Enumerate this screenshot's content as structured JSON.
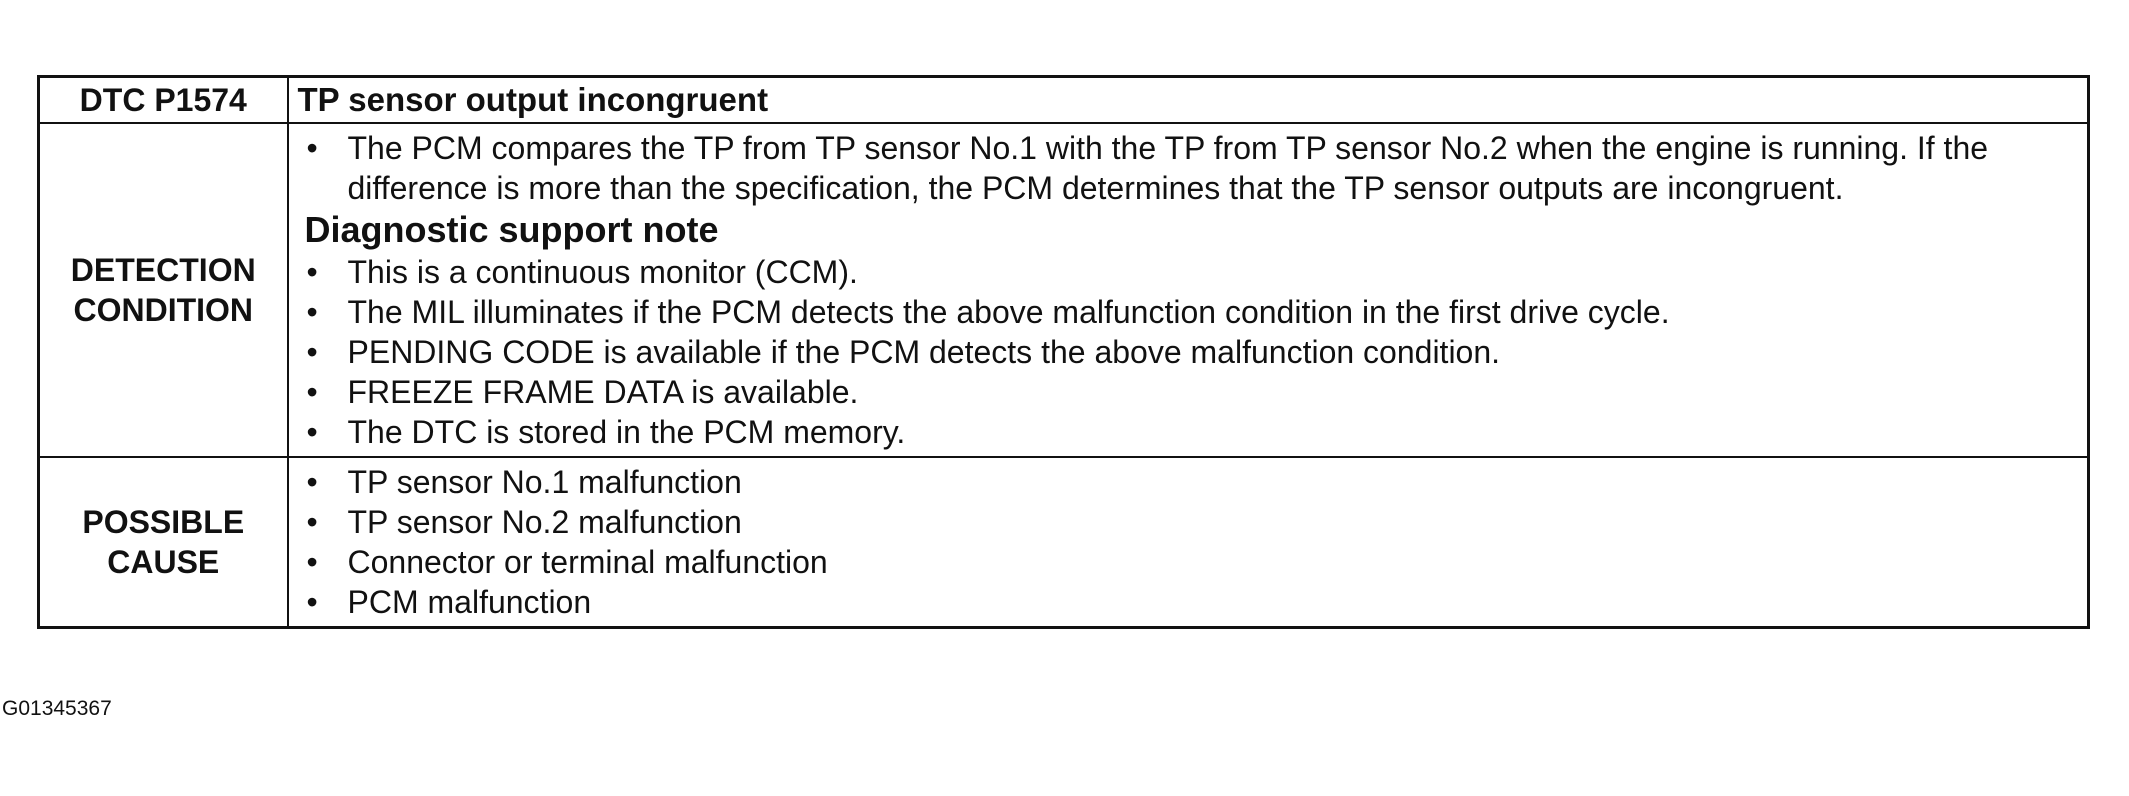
{
  "header": {
    "code": "DTC P1574",
    "title": "TP sensor output incongruent"
  },
  "detection": {
    "label_line1": "DETECTION",
    "label_line2": "CONDITION",
    "bullets": [
      "The PCM compares the TP from TP sensor No.1 with the TP from TP sensor No.2 when the engine is running. If the difference is more than the specification, the PCM determines that the TP sensor outputs are incongruent."
    ],
    "note_heading": "Diagnostic support note",
    "note_bullets": [
      "This is a continuous monitor (CCM).",
      "The MIL illuminates if the PCM detects the above malfunction condition in the first drive cycle.",
      "PENDING CODE is available if the PCM detects the above malfunction condition.",
      "FREEZE FRAME DATA is available.",
      "The DTC is stored in the PCM memory."
    ]
  },
  "possible_cause": {
    "label_line1": "POSSIBLE",
    "label_line2": "CAUSE",
    "bullets": [
      "TP sensor No.1 malfunction",
      "TP sensor No.2 malfunction",
      "Connector or terminal malfunction",
      "PCM malfunction"
    ]
  },
  "reference_code": "G01345367"
}
